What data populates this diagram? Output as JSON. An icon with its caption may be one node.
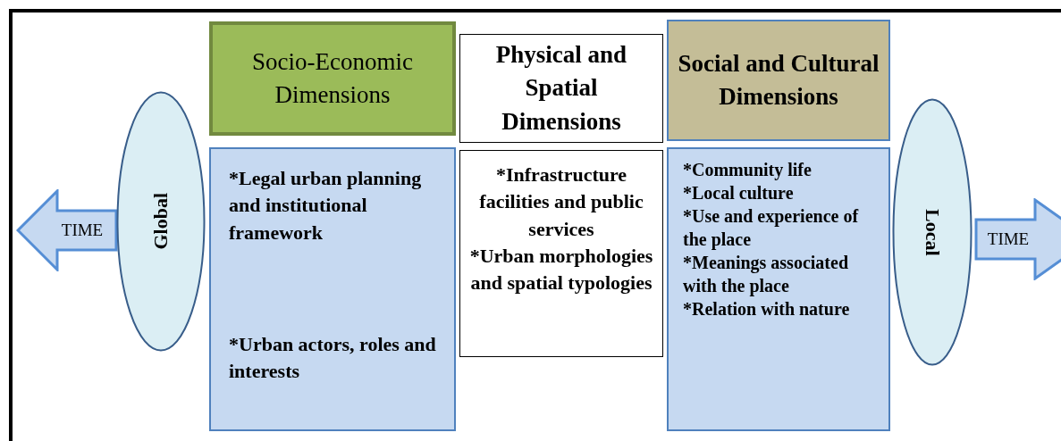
{
  "diagram": {
    "nodes": [
      {
        "text": [
          "Socio-Economic Dimensions"
        ]
      },
      {
        "text": [
          "Physical and Spatial Dimensions"
        ]
      },
      {
        "text": [
          "Social and Cultural Dimensions"
        ]
      },
      {
        "text": [
          "TIME"
        ]
      },
      {
        "text": [
          "Global"
        ]
      },
      {
        "text": [
          "*Legal urban planning and institutional framework",
          "*Urban actors, roles and interests"
        ]
      },
      {
        "text": [
          "*Infrastructure facilities and public services",
          "*Urban morphologies and spatial typologies"
        ]
      },
      {
        "text": [
          "*Community life",
          "*Local culture",
          "*Use and experience of the place",
          "*Meanings associated with the place",
          "*Relation with nature"
        ]
      },
      {
        "text": [
          "Local"
        ]
      },
      {
        "text": [
          "TIME"
        ]
      }
    ],
    "edges": []
  }
}
